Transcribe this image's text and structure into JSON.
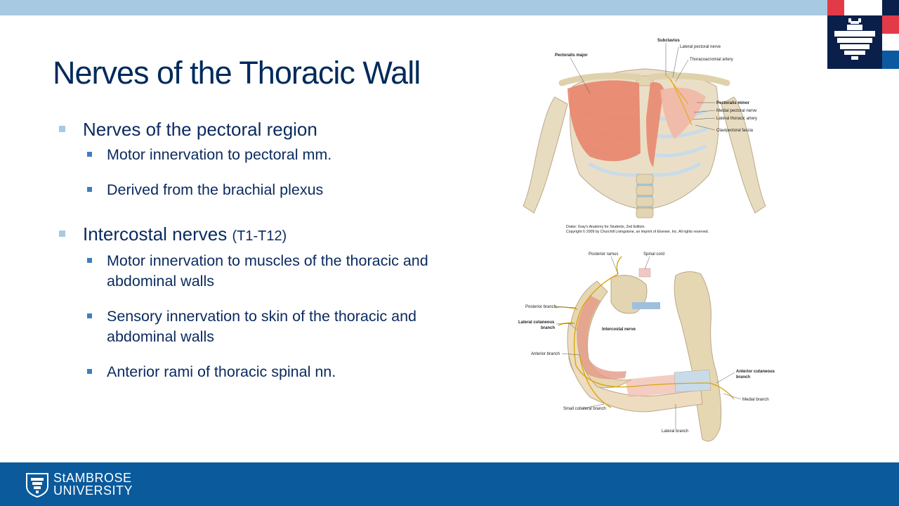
{
  "slide": {
    "title": "Nerves of the Thoracic Wall",
    "bullets": [
      {
        "text": "Nerves of the pectoral region",
        "note": "",
        "sub": [
          "Motor innervation to pectoral mm.",
          "Derived from the brachial plexus"
        ]
      },
      {
        "text": "Intercostal nerves ",
        "note": "(T1-T12)",
        "sub": [
          "Motor innervation to muscles of the thoracic and abdominal walls",
          "Sensory innervation to skin of the thoracic and abdominal walls",
          "Anterior rami of thoracic spinal nn."
        ]
      }
    ]
  },
  "figure_top": {
    "labels": {
      "subclavius": "Subclavius",
      "lateral_pectoral_nerve": "Lateral pectoral nerve",
      "thoracoacromial_artery": "Thoracoacromial artery",
      "pectoralis_major": "Pectoralis major",
      "pectoralis_minor": "Pectoralis minor",
      "medial_pectoral_nerve": "Medial pectoral nerve",
      "lateral_thoracic_artery": "Lateral thoracic artery",
      "clavipectoral_fascia": "Clavipectoral fascia"
    },
    "credit_line1": "Drake: Gray's Anatomy for Students, 2nd Edition.",
    "credit_line2": "Copyright © 2009 by Churchill Livingstone, an imprint of Elsevier, Inc. All rights reserved."
  },
  "figure_bottom": {
    "labels": {
      "posterior_ramus": "Posterior ramus",
      "spinal_cord": "Spinal cord",
      "posterior_branch": "Posterior branch",
      "lateral_cutaneous_1": "Lateral cutaneous",
      "lateral_cutaneous_2": "branch",
      "intercostal_nerve": "Intercostal nerve",
      "anterior_branch": "Anterior branch",
      "anterior_cutaneous_1": "Anterior cutaneous",
      "anterior_cutaneous_2": "branch",
      "medial_branch": "Medial branch",
      "small_collateral_branch": "Small collateral branch",
      "lateral_branch": "Lateral branch"
    }
  },
  "footer": {
    "name_line1": "StAMBROSE",
    "name_line2": "UNIVERSITY"
  },
  "colors": {
    "title": "#002a5c",
    "top_bar": "#a8c9e2",
    "footer": "#0a5a9c",
    "logo_navy": "#0b1f4b",
    "logo_red": "#e23b47"
  }
}
